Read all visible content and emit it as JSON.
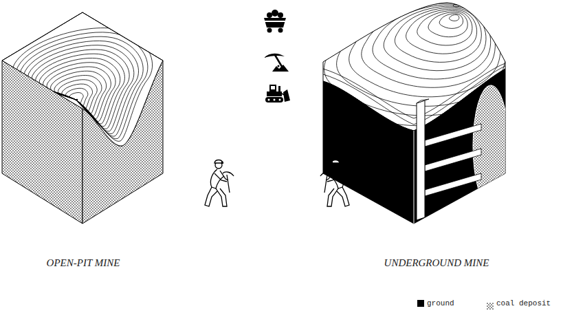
{
  "diagram": {
    "labels": [
      "OPEN-PIT MINE",
      "UNDERGROUND MINE"
    ],
    "legend": [
      {
        "text": "ground",
        "color": "#000000"
      },
      {
        "text": "coal deposit"
      }
    ]
  }
}
